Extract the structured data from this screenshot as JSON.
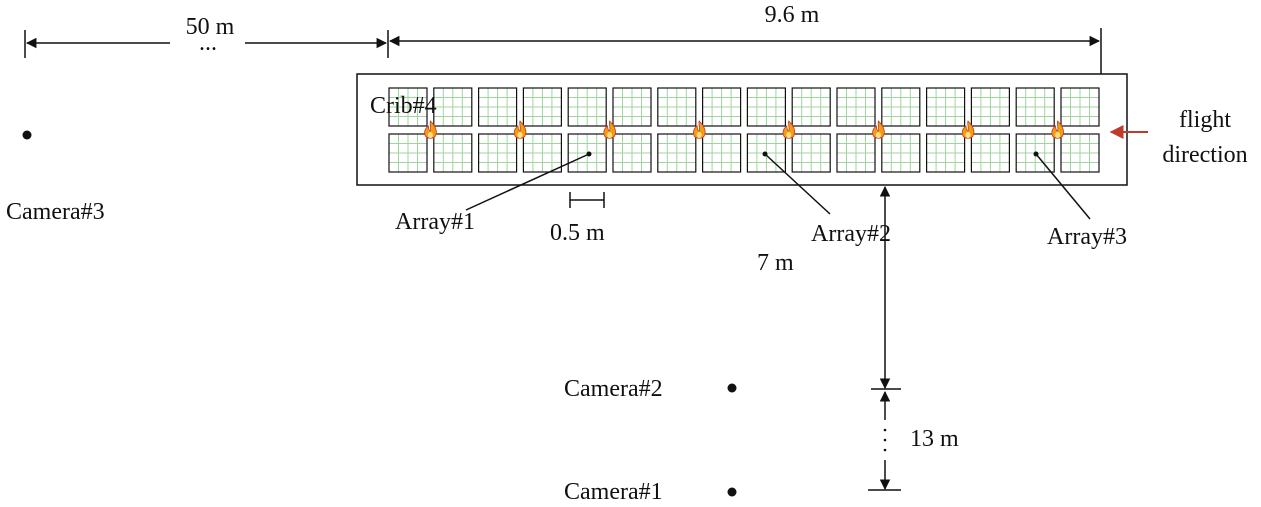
{
  "labels": {
    "dist_camera3": "50 m",
    "ellipsis_h": "...",
    "width_crib": "9.6 m",
    "crib": "Crib#4",
    "flight_line1": "flight",
    "flight_line2": "direction",
    "camera3": "Camera#3",
    "array1": "Array#1",
    "cell_size": "0.5 m",
    "array2": "Array#2",
    "array3": "Array#3",
    "dist_crib_camera2": "7 m",
    "camera2": "Camera#2",
    "camera1": "Camera#1",
    "dist_camera2_camera1": "13 m"
  },
  "grid": {
    "rows": 2,
    "cols": 16,
    "fire_markers": 8
  },
  "colors": {
    "line": "#111111",
    "cell_grid": "#9fd49f",
    "arrow_flight": "#c0392b",
    "fire": "#f39c12"
  }
}
